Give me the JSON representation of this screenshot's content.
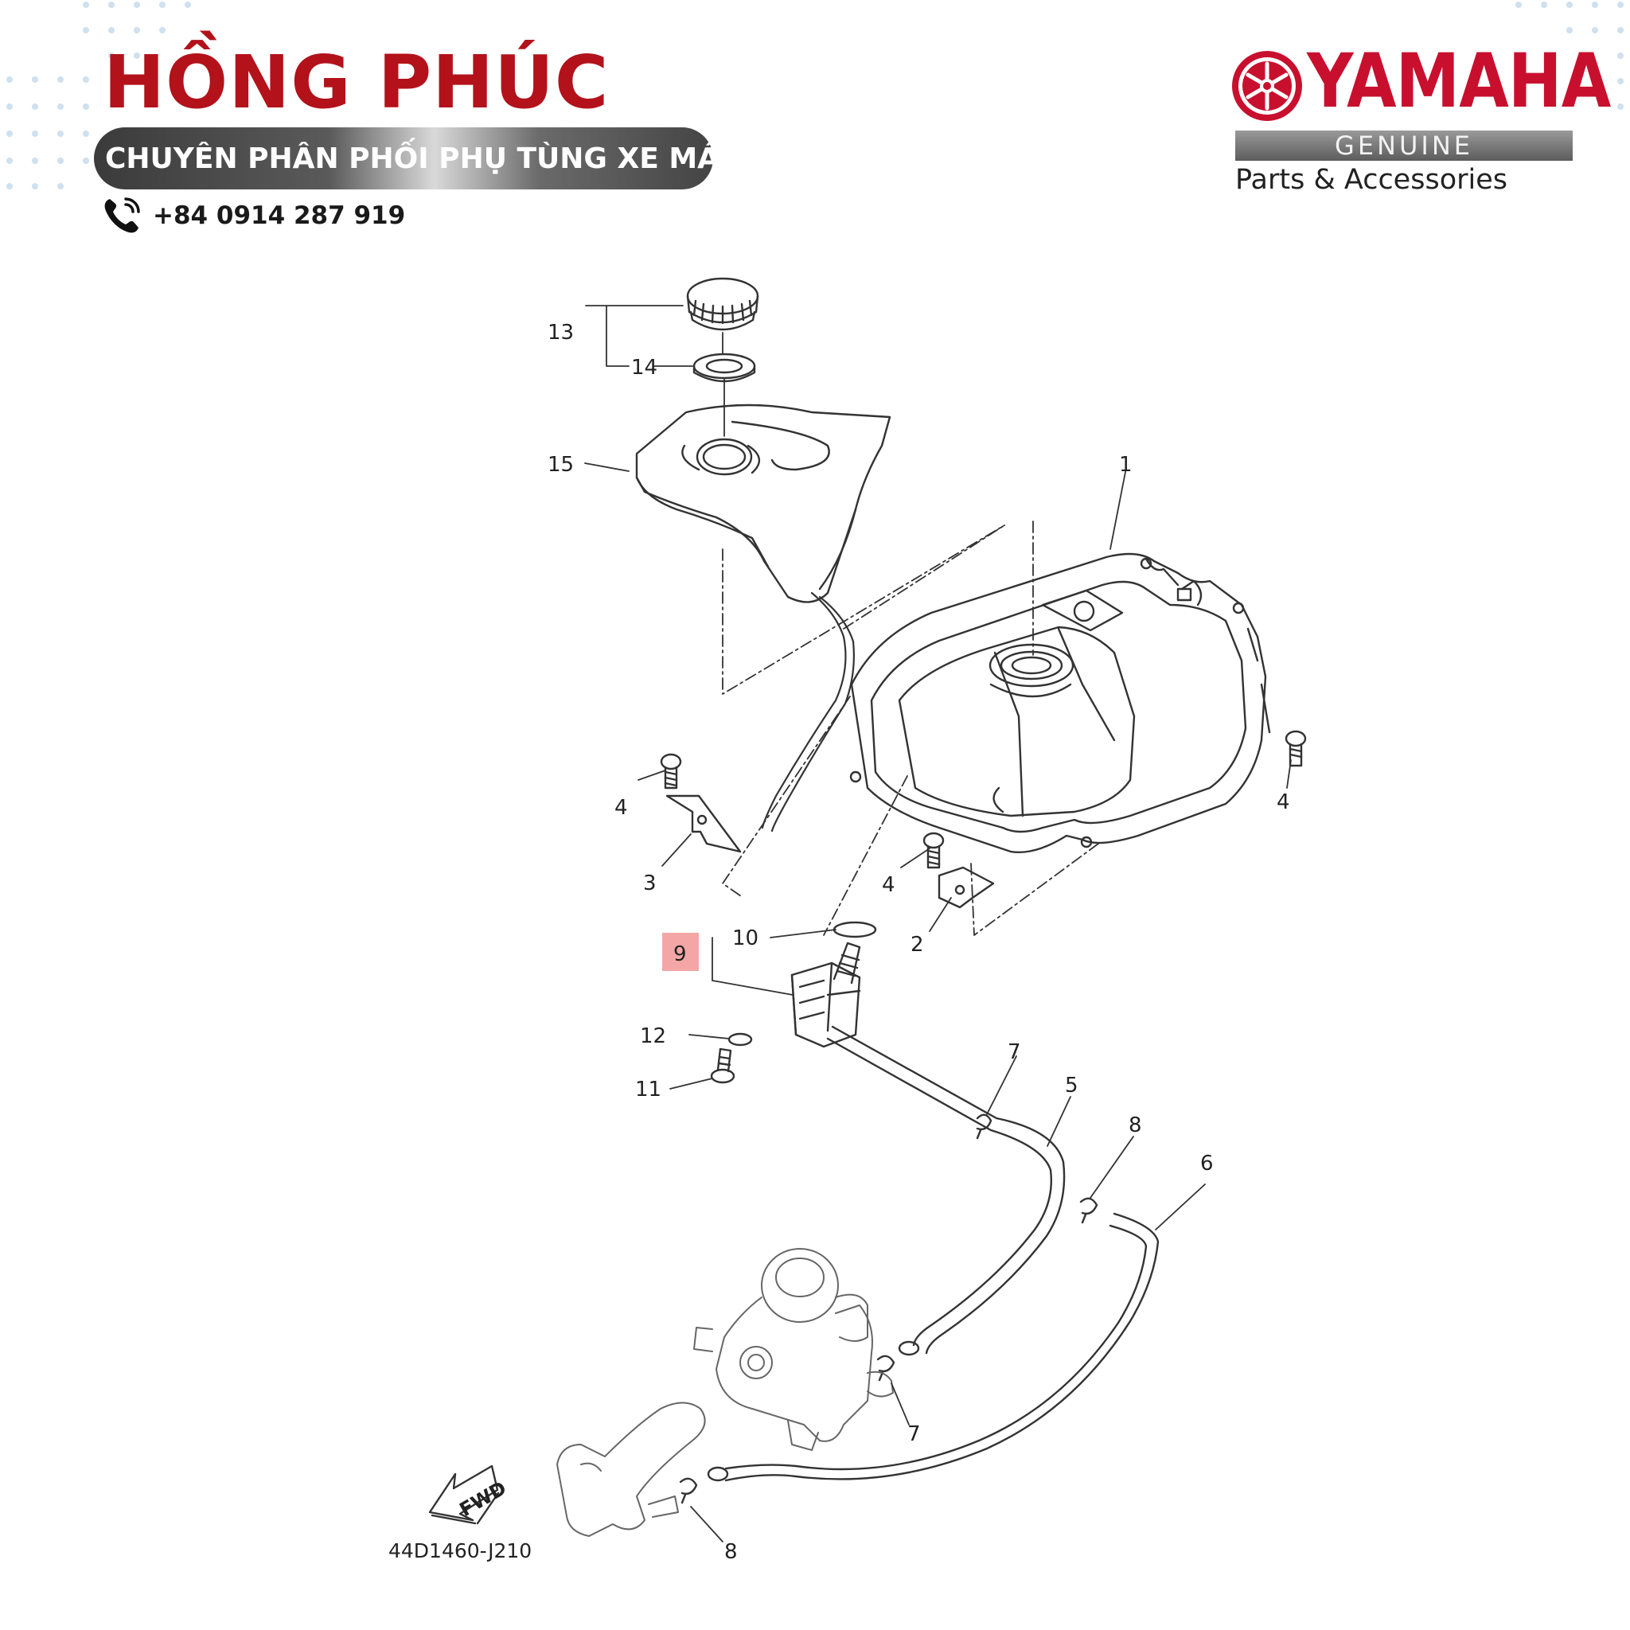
{
  "header": {
    "brand_name": "HỒNG PHÚC",
    "tagline": "CHUYÊN PHÂN PHỐI PHỤ TÙNG XE MÁY",
    "phone": "+84 0914 287 919",
    "brand_color": "#b3121b",
    "phone_icon": "phone-icon"
  },
  "logo": {
    "name": "YAMAHA",
    "genuine": "GENUINE",
    "subtitle": "Parts & Accessories",
    "color": "#c8102e"
  },
  "diagram": {
    "highlight_color": "#f4a6a6",
    "callouts": [
      {
        "id": "13",
        "label": "13"
      },
      {
        "id": "14",
        "label": "14"
      },
      {
        "id": "15",
        "label": "15"
      },
      {
        "id": "1",
        "label": "1"
      },
      {
        "id": "4a",
        "label": "4"
      },
      {
        "id": "3",
        "label": "3"
      },
      {
        "id": "4b",
        "label": "4"
      },
      {
        "id": "4c",
        "label": "4"
      },
      {
        "id": "2",
        "label": "2"
      },
      {
        "id": "10",
        "label": "10"
      },
      {
        "id": "9",
        "label": "9",
        "highlighted": true
      },
      {
        "id": "12",
        "label": "12"
      },
      {
        "id": "11",
        "label": "11"
      },
      {
        "id": "7a",
        "label": "7"
      },
      {
        "id": "5",
        "label": "5"
      },
      {
        "id": "8a",
        "label": "8"
      },
      {
        "id": "6",
        "label": "6"
      },
      {
        "id": "7b",
        "label": "7"
      },
      {
        "id": "8b",
        "label": "8"
      }
    ],
    "fwd_label": "FWD",
    "diagram_code": "44D1460-J210"
  }
}
